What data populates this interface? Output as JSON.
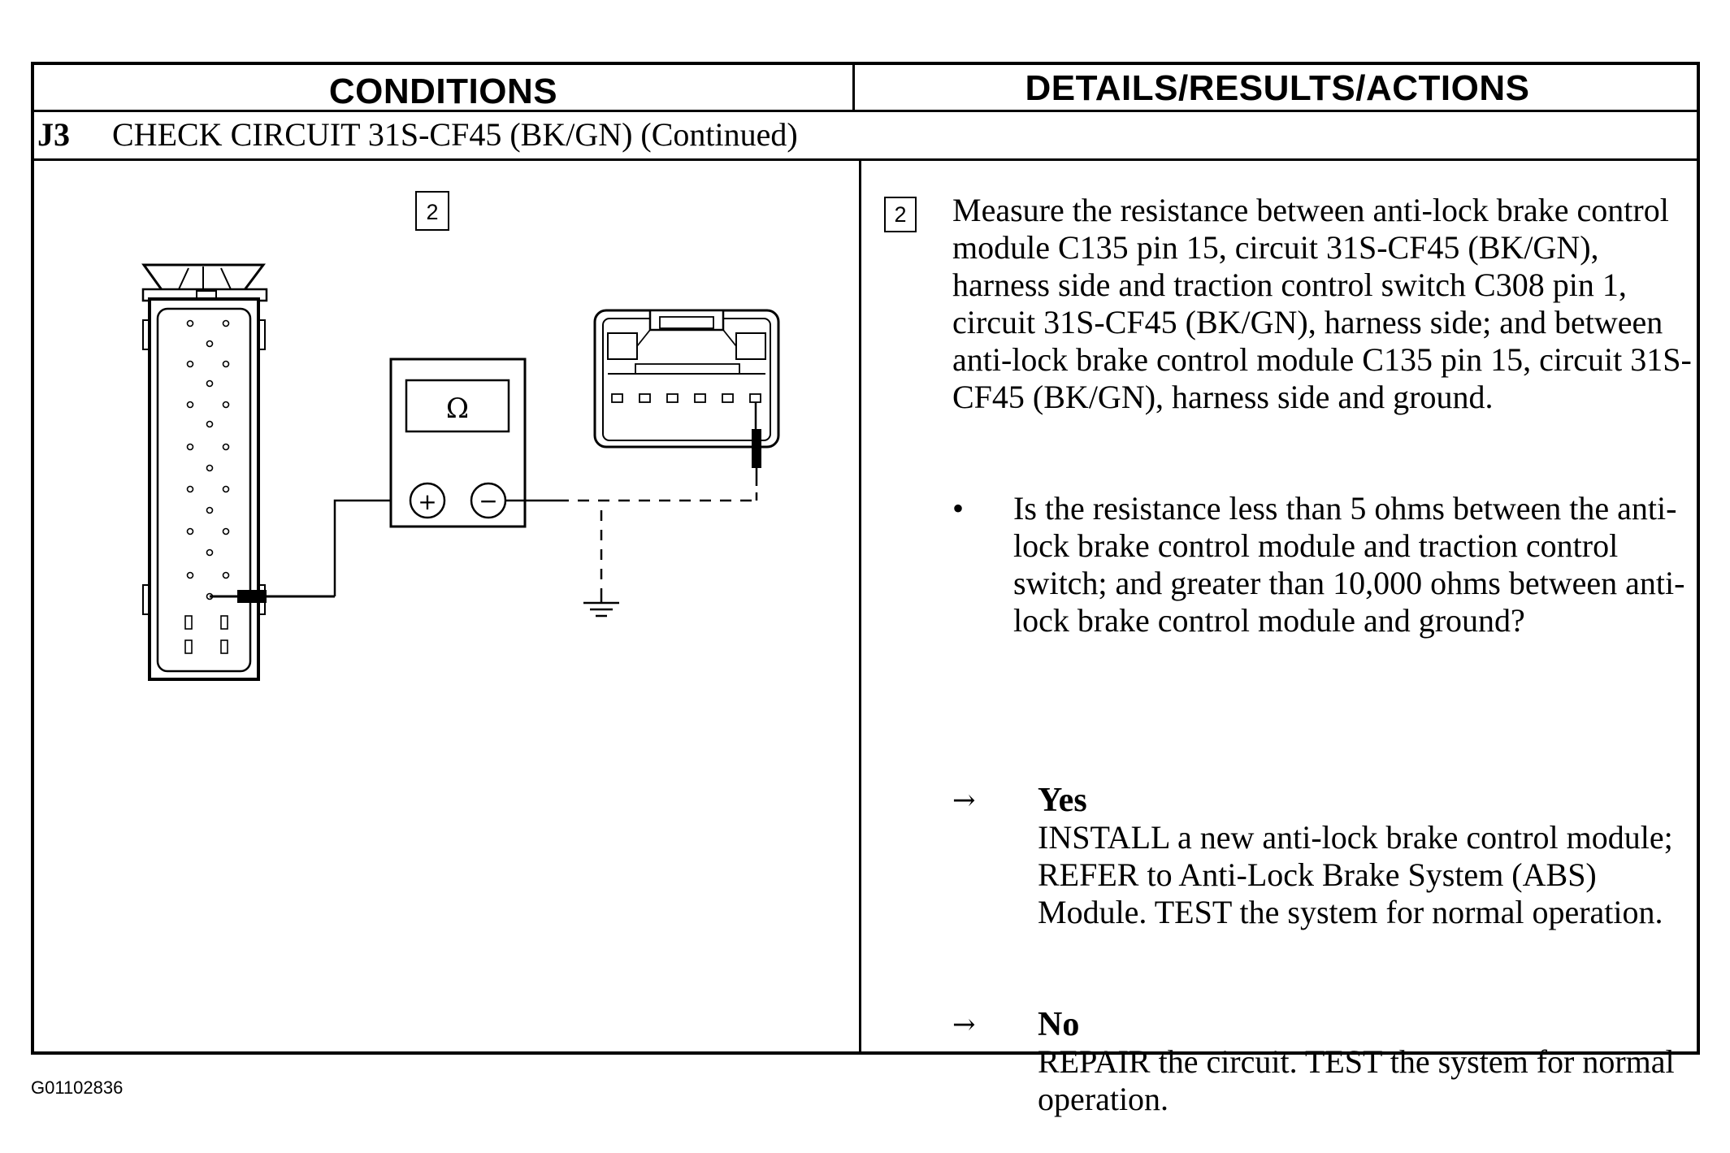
{
  "header": {
    "conditions": "CONDITIONS",
    "details": "DETAILS/RESULTS/ACTIONS"
  },
  "step": {
    "id": "J3",
    "title": "CHECK CIRCUIT 31S-CF45 (BK/GN) (Continued)"
  },
  "figure": {
    "step_number": "2",
    "meter_symbol": "Ω",
    "plus_symbol": "+",
    "minus_symbol": "−"
  },
  "action": {
    "step_number": "2",
    "measure": "Measure the resistance between anti-lock brake control module C135 pin 15, circuit 31S-CF45 (BK/GN), harness side and traction control switch C308 pin 1, circuit 31S-CF45 (BK/GN), harness side; and between anti-lock brake control module C135  pin 15, circuit 31S-CF45 (BK/GN), harness side and ground.",
    "bullet_symbol": "•",
    "question": "Is the resistance less than 5 ohms between the anti-lock brake control module and traction control switch; and greater than 10,000 ohms between anti-lock brake control module and ground?",
    "arrow_symbol": "→",
    "yes_label": "Yes",
    "yes_text": "INSTALL a new anti-lock brake control module; REFER to Anti-Lock Brake System (ABS) Module. TEST the system for normal operation.",
    "no_label": "No",
    "no_text": "REPAIR the circuit. TEST the system for normal operation."
  },
  "caption": "G01102836"
}
